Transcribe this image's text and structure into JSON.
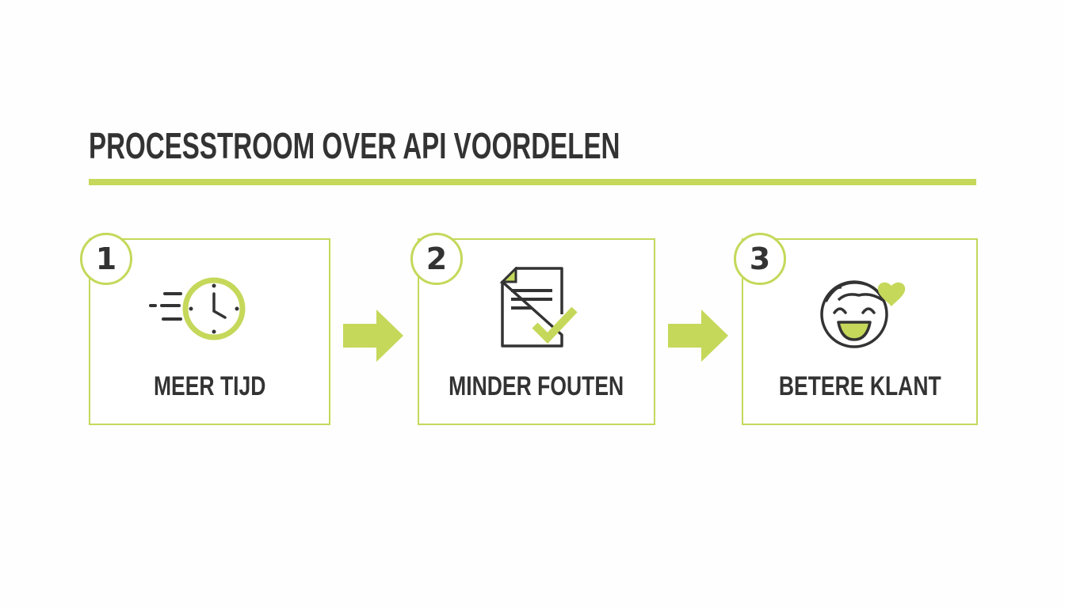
{
  "title": "PROCESSTROOM OVER API VOORDELEN",
  "colors": {
    "accent": "#c5d85a",
    "text": "#333333",
    "background": "#fdfefd"
  },
  "steps": [
    {
      "number": "1",
      "label": "MEER TIJD",
      "icon": "fast-clock-icon"
    },
    {
      "number": "2",
      "label": "MINDER FOUTEN",
      "icon": "document-check-icon"
    },
    {
      "number": "3",
      "label": "BETERE KLANT",
      "icon": "happy-face-heart-icon"
    }
  ],
  "connectors": [
    {
      "icon": "arrow-right-icon"
    },
    {
      "icon": "arrow-right-icon"
    }
  ]
}
